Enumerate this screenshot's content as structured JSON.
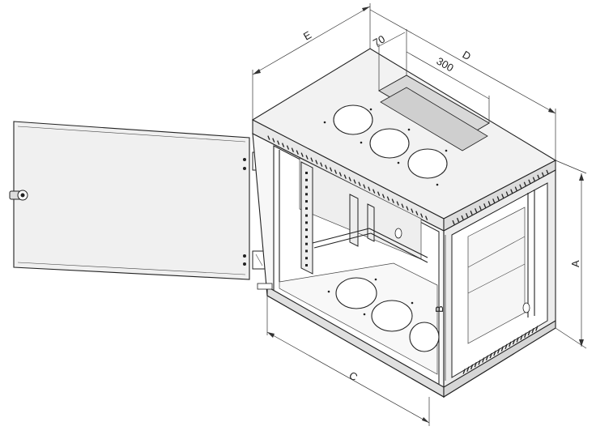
{
  "dimensions": {
    "A": "A",
    "B": "B",
    "C": "C",
    "D": "D",
    "E": "E",
    "slot_width": "70",
    "slot_length": "300"
  },
  "colors": {
    "line": "#222222",
    "face_top": "#f2f2f2",
    "face_side": "#e4e4e4",
    "face_inner": "#ececec",
    "door": "#f0f0f0"
  }
}
